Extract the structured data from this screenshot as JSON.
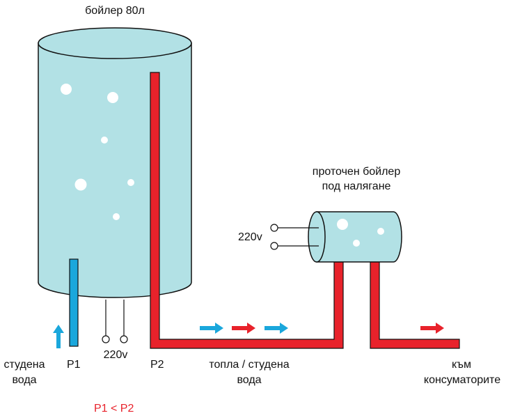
{
  "labels": {
    "boiler_title": "бойлер 80л",
    "instant_title_line1": "проточен бойлер",
    "instant_title_line2": "под налягане",
    "voltage_main": "220v",
    "voltage_instant": "220v",
    "p1": "P1",
    "p2": "P2",
    "cold_water_line1": "студена",
    "cold_water_line2": "вода",
    "hot_cold_line1": "топла / студена",
    "hot_cold_line2": "вода",
    "consumers_line1": "към",
    "consumers_line2": "консуматорите",
    "pressure_relation": "P1 < P2"
  },
  "colors": {
    "water": "#b2e1e5",
    "hot_pipe": "#e8222b",
    "cold_pipe": "#1aa7dc",
    "outline": "#111111",
    "relation_text": "#e8222b"
  }
}
